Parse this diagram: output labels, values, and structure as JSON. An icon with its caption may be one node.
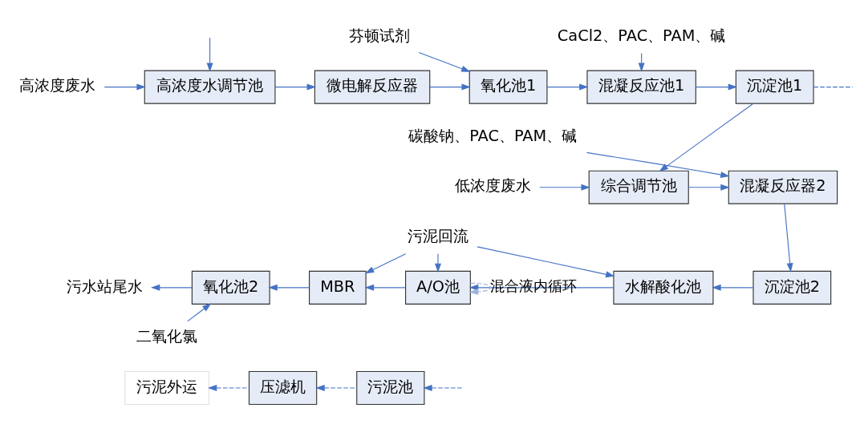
{
  "diagram": {
    "nodes": [
      {
        "text": [
          "高浓度废水"
        ]
      },
      {
        "text": [
          "高浓度水调节池"
        ]
      },
      {
        "text": [
          "微电解反应器"
        ]
      },
      {
        "text": [
          "芬顿试剂"
        ]
      },
      {
        "text": [
          "氧化池1"
        ]
      },
      {
        "text": [
          "CaCl2、PAC、PAM、碱"
        ]
      },
      {
        "text": [
          "混凝反应池1"
        ]
      },
      {
        "text": [
          "沉淀池1"
        ]
      },
      {
        "text": [
          "低浓度废水"
        ]
      },
      {
        "text": [
          "综合调节池"
        ]
      },
      {
        "text": [
          "碳酸钠、PAC、PAM、碱"
        ]
      },
      {
        "text": [
          "混凝反应器2"
        ]
      },
      {
        "text": [
          "沉淀池2"
        ]
      },
      {
        "text": [
          "水解酸化池"
        ]
      },
      {
        "text": [
          "污泥回流"
        ]
      },
      {
        "text": [
          "A/O池"
        ]
      },
      {
        "text": [
          "MBR"
        ]
      },
      {
        "text": [
          "氧化池2"
        ]
      },
      {
        "text": [
          "污水站尾水"
        ]
      },
      {
        "text": [
          "二氧化氯"
        ]
      },
      {
        "text": [
          "污泥池"
        ]
      },
      {
        "text": [
          "压滤机"
        ]
      },
      {
        "text": [
          "污泥外运"
        ]
      }
    ],
    "edges": [
      {
        "from": 0,
        "to": 1,
        "arrow": "to"
      },
      {
        "from": null,
        "to": 1,
        "arrow": "to"
      },
      {
        "from": 1,
        "to": 2,
        "arrow": "to"
      },
      {
        "from": 2,
        "to": 4,
        "arrow": "to"
      },
      {
        "from": 3,
        "to": 4,
        "arrow": "to"
      },
      {
        "from": 4,
        "to": 6,
        "arrow": "to"
      },
      {
        "from": 5,
        "to": 6,
        "arrow": "to"
      },
      {
        "from": 6,
        "to": 7,
        "arrow": "to"
      },
      {
        "from": 7,
        "to": null,
        "arrow": "none",
        "style": "dashed"
      },
      {
        "from": 7,
        "to": 9,
        "arrow": "to"
      },
      {
        "from": 8,
        "to": 9,
        "arrow": "to"
      },
      {
        "from": 9,
        "to": 11,
        "arrow": "to"
      },
      {
        "from": 10,
        "to": 11,
        "arrow": "to"
      },
      {
        "from": 11,
        "to": 12,
        "arrow": "to"
      },
      {
        "from": 12,
        "to": 13,
        "arrow": "to"
      },
      {
        "from": 13,
        "to": 15,
        "arrow": "to"
      },
      {
        "from": 14,
        "to": 16,
        "arrow": "to"
      },
      {
        "from": 14,
        "to": 15,
        "arrow": "to"
      },
      {
        "from": 14,
        "to": 13,
        "arrow": "to"
      },
      {
        "from": 15,
        "to": 15,
        "arrow": "to",
        "label": "混合液内循环",
        "style": "dashed",
        "color": "#9db3e0"
      },
      {
        "from": 15,
        "to": 16,
        "arrow": "to"
      },
      {
        "from": 16,
        "to": 17,
        "arrow": "to"
      },
      {
        "from": 17,
        "to": 18,
        "arrow": "to"
      },
      {
        "from": 19,
        "to": 17,
        "arrow": "to"
      },
      {
        "from": null,
        "to": 20,
        "arrow": "to",
        "style": "dashed"
      },
      {
        "from": 20,
        "to": 21,
        "arrow": "to",
        "style": "dashed"
      },
      {
        "from": 21,
        "to": 22,
        "arrow": "to",
        "style": "dashed"
      }
    ]
  }
}
